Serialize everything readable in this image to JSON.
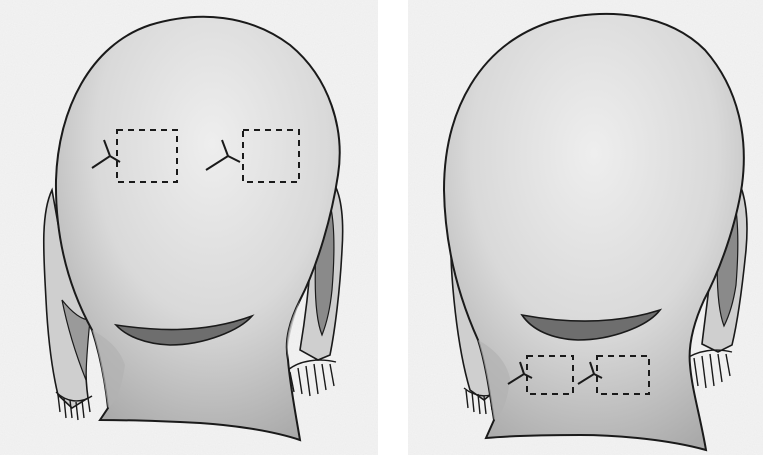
{
  "figure": {
    "panels": [
      {
        "id": "left",
        "incision_boxes": 2,
        "box_position": "upper-head"
      },
      {
        "id": "right",
        "incision_boxes": 2,
        "box_position": "lower-neck"
      }
    ],
    "colors": {
      "background": "#ffffff",
      "paper_tint": "#f3f3f3",
      "skin_light": "#e2e2e2",
      "skin_mid": "#c4c4c4",
      "skin_dark": "#8f8f8f",
      "outline": "#1a1a1a",
      "mouth_fill": "#6e6e6e"
    },
    "icons": [
      "scalp-flap-icon",
      "dashed-incision-box-icon",
      "suture-mark-icon"
    ]
  }
}
